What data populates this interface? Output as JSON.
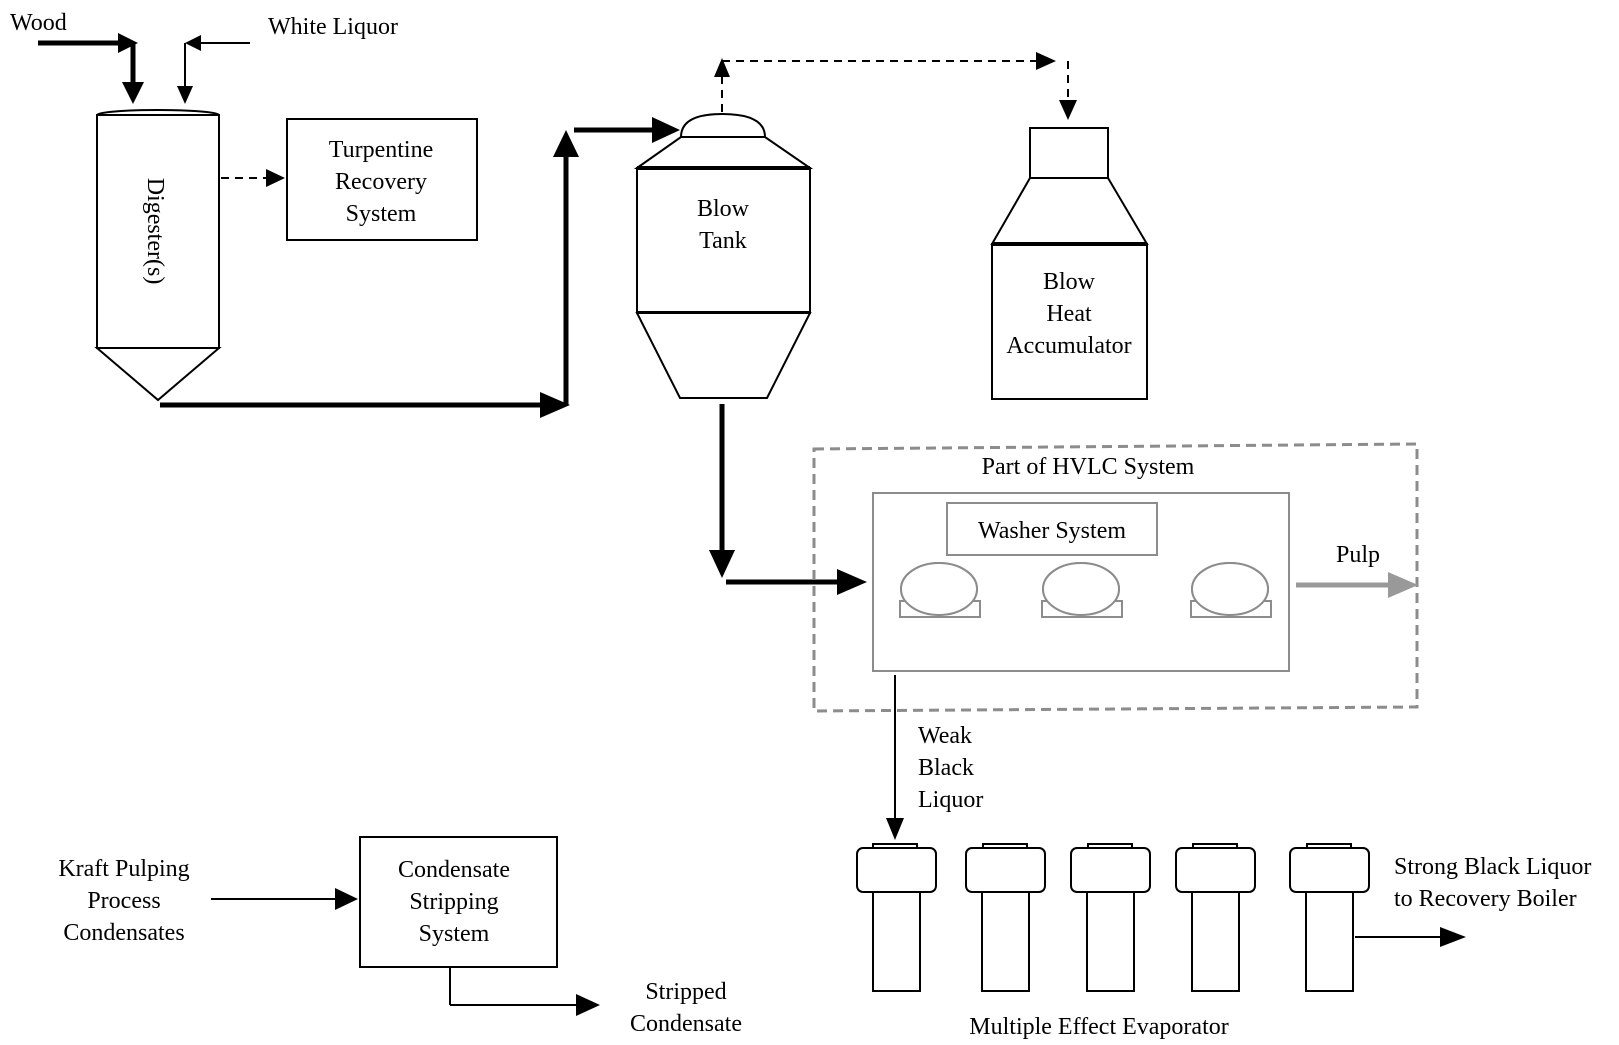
{
  "labels": {
    "wood": "Wood",
    "white_liquor": "White Liquor",
    "digester": "Digester(s)",
    "turpentine": [
      "Turpentine",
      "Recovery",
      "System"
    ],
    "blow_tank": [
      "Blow",
      "Tank"
    ],
    "blow_heat": [
      "Blow",
      "Heat",
      "Accumulator"
    ],
    "hvlc": "Part of HVLC System",
    "washer": "Washer System",
    "pulp": "Pulp",
    "weak_black_liquor": [
      "Weak",
      "Black",
      "Liquor"
    ],
    "kraft_condensates": [
      "Kraft Pulping",
      "Process",
      "Condensates"
    ],
    "condensate_stripping": [
      "Condensate",
      "Stripping",
      "System"
    ],
    "stripped_condensate": [
      "Stripped",
      "Condensate"
    ],
    "strong_black_liquor": [
      "Strong Black Liquor",
      "to Recovery Boiler"
    ],
    "evaporator": "Multiple Effect Evaporator"
  },
  "colors": {
    "line": "#000000",
    "hvlc_gray": "#8c8c8c",
    "pulp_arrow": "#999999"
  }
}
